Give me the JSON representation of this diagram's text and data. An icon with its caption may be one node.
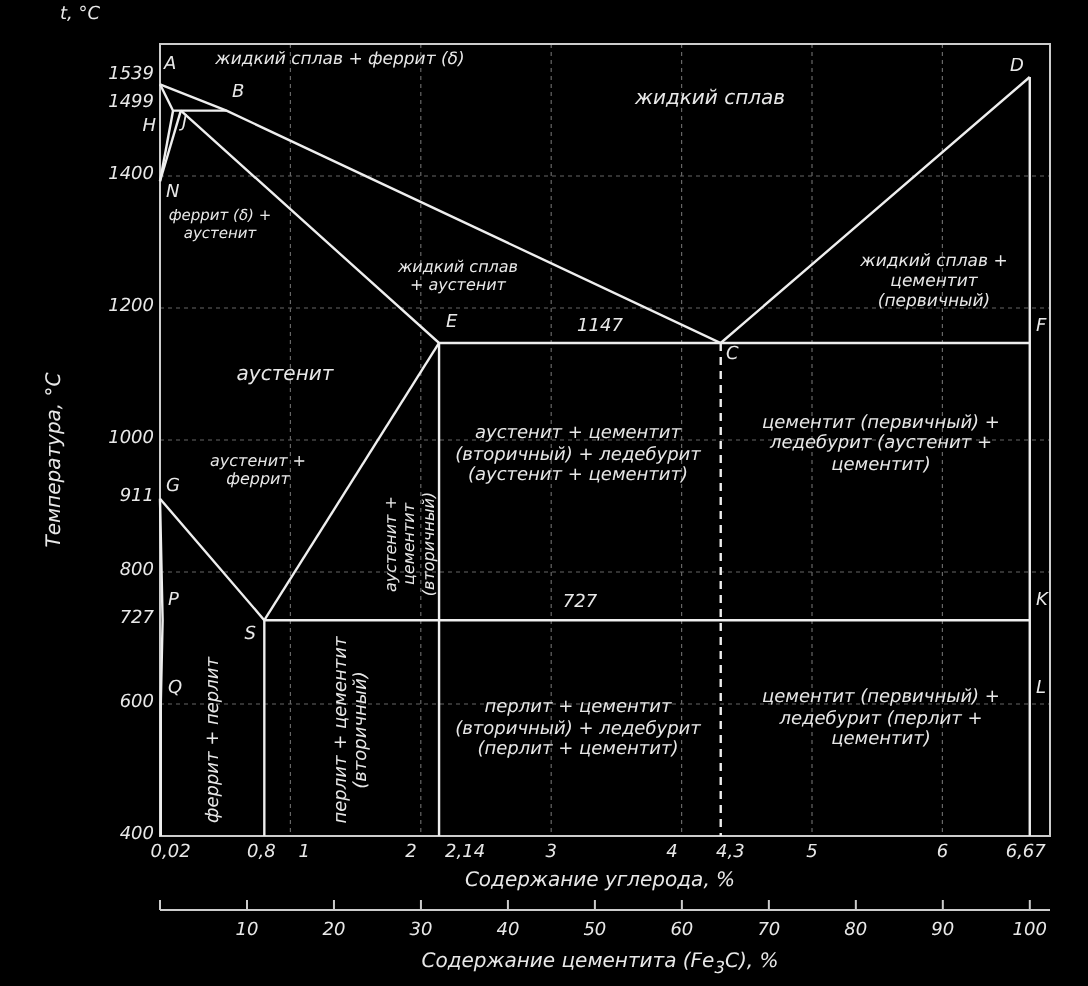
{
  "diagram": {
    "nodes": [
      {
        "text": [
          "жидкий сплав"
        ]
      },
      {
        "text": [
          "жидкий сплав + феррит (δ)"
        ]
      },
      {
        "text": [
          "жидкий сплав + аустенит"
        ]
      },
      {
        "text": [
          "феррит (δ) + аустенит"
        ]
      },
      {
        "text": [
          "аустенит"
        ]
      },
      {
        "text": [
          "аустенит + феррит"
        ]
      },
      {
        "text": [
          "феррит + перлит"
        ]
      },
      {
        "text": [
          "перлит + цементит (вторичный)"
        ]
      },
      {
        "text": [
          "аустенит + цементит (вторичный)"
        ]
      },
      {
        "text": [
          "аустенит + цементит (вторичный) + ледебурит (аустенит + цементит)"
        ]
      },
      {
        "text": [
          "жидкий сплав + цементит (первичный)"
        ]
      },
      {
        "text": [
          "цементит (первичный) + ледебурит (аустенит + цементит)"
        ]
      },
      {
        "text": [
          "перлит + цементит (вторичный) + ледебурит (перлит + цементит)"
        ]
      },
      {
        "text": [
          "цементит (первичный) + ледебурит (перлит + цементит)"
        ]
      }
    ],
    "labels": [
      "t, °C",
      "1539",
      "1499",
      "1400",
      "1200",
      "1000",
      "911",
      "800",
      "727",
      "600",
      "400",
      "A",
      "H",
      "J",
      "B",
      "N",
      "E",
      "C",
      "D",
      "F",
      "G",
      "P",
      "S",
      "K",
      "Q",
      "L",
      "1147",
      "727",
      "0,02",
      "0,8",
      "1",
      "2",
      "2,14",
      "3",
      "4",
      "4,3",
      "5",
      "6",
      "6,67",
      "Содержание углерода, %",
      "10",
      "20",
      "30",
      "40",
      "50",
      "60",
      "70",
      "80",
      "90",
      "100",
      "Содержание цементита (Fe$_{3}$C), %",
      "Температура, °C"
    ]
  }
}
